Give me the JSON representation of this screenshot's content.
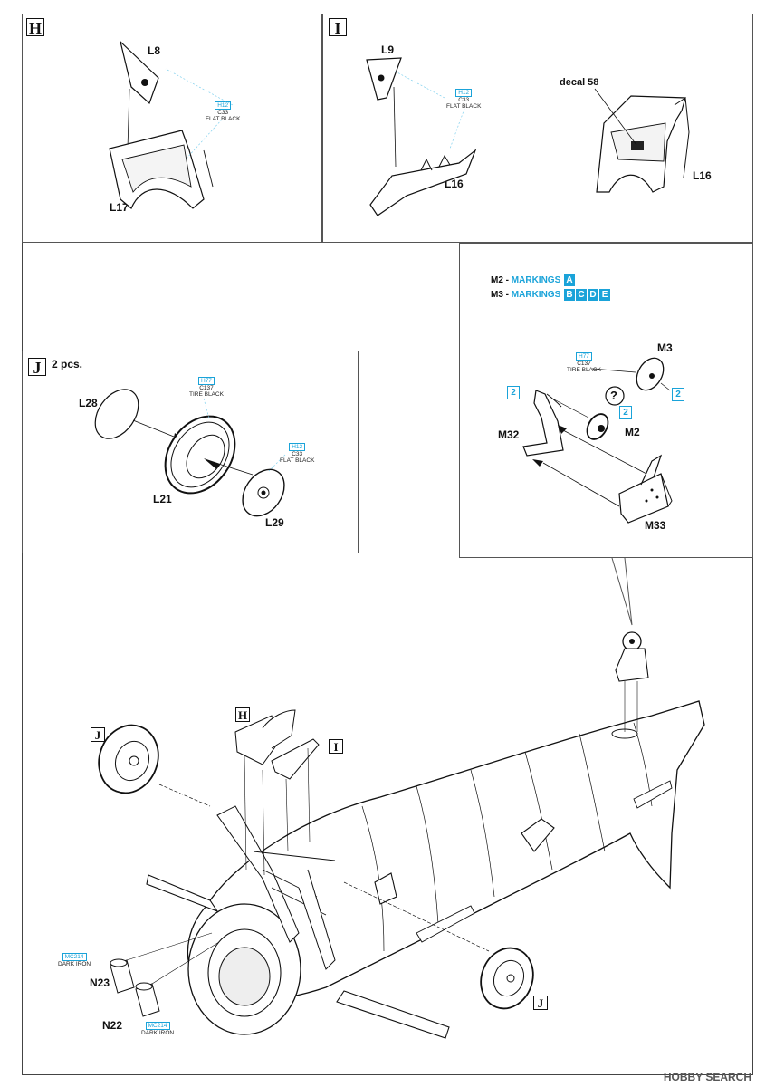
{
  "steps": {
    "H": {
      "box": "H",
      "labels": {
        "top": "L8",
        "bottom": "L17"
      },
      "paint": {
        "code": "H12",
        "ref": "C33",
        "name": "FLAT BLACK"
      }
    },
    "I": {
      "box": "I",
      "labels": {
        "top": "L9",
        "part": "L16",
        "decal": "decal 58",
        "part_right": "L16"
      },
      "paint": {
        "code": "H12",
        "ref": "C33",
        "name": "FLAT BLACK"
      }
    },
    "J": {
      "box": "J",
      "qty": "2 pcs.",
      "labels": {
        "cover": "L28",
        "tire": "L21",
        "hub": "L29"
      },
      "paint_tire": {
        "code": "H77",
        "ref": "C137",
        "name": "TIRE BLACK"
      },
      "paint_hub": {
        "code": "H12",
        "ref": "C33",
        "name": "FLAT BLACK"
      }
    }
  },
  "tailwheel": {
    "markings": [
      {
        "part": "M2",
        "text": "MARKINGS",
        "tags": [
          "A"
        ]
      },
      {
        "part": "M3",
        "text": "MARKINGS",
        "tags": [
          "B",
          "C",
          "D",
          "E"
        ]
      }
    ],
    "labels": {
      "m3": "M3",
      "m2": "M2",
      "m32": "M32",
      "m33": "M33",
      "question": "?"
    },
    "paint": {
      "code": "H77",
      "ref": "C137",
      "name": "TIRE BLACK"
    },
    "callouts": [
      "2",
      "2",
      "2"
    ]
  },
  "main": {
    "labels": {
      "n23": "N23",
      "n22": "N22",
      "h": "H",
      "i": "I",
      "j1": "J",
      "j2": "J"
    },
    "paint_n23": {
      "code": "MC214",
      "name": "DARK IRON"
    },
    "paint_n22": {
      "code": "MC214",
      "name": "DARK IRON"
    }
  },
  "watermark": "HOBBY SEARCH"
}
